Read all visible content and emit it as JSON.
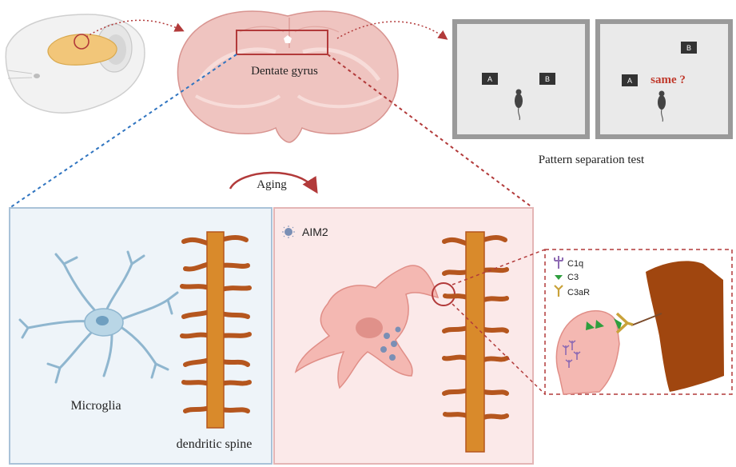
{
  "labels": {
    "dentate_gyrus": "Dentate gyrus",
    "pattern_separation": "Pattern separation test",
    "aging": "Aging",
    "microglia": "Microglia",
    "dendritic_spine": "dendritic spine",
    "aim2": "AIM2",
    "same_question": "same ?",
    "box_a": "A",
    "box_b": "B"
  },
  "legend": {
    "c1q": "C1q",
    "c3": "C3",
    "c3ar": "C3aR"
  },
  "colors": {
    "brain_highlight": "#f2c679",
    "coronal_section": "#efc4c0",
    "arrow_red": "#b23a3a",
    "dash_blue": "#2f74c0",
    "dash_red": "#b23a3a",
    "panel_young_fill": "#eef4f9",
    "panel_young_border": "#a9c2d8",
    "panel_aged_fill": "#fbe9e9",
    "panel_aged_border": "#e4b5b5",
    "microglia_resting": "#b9d6e6",
    "microglia_activated": "#f4b8b2",
    "dendrite": "#d98a2b",
    "spine": "#b5561e",
    "neuron_terminal": "#a0460f",
    "same_text": "#c0392b",
    "arena_fill": "#eaeaea",
    "arena_border": "#9a9a9a",
    "c1q": "#8e6bb3",
    "c3": "#2e9e3e",
    "c3ar": "#c9a23a"
  },
  "icons": [
    "mouse-head-icon",
    "brain-section-icon",
    "mouse-icon",
    "microglia-icon",
    "aim2-inflammasome-icon",
    "c1q-icon",
    "c3-icon",
    "c3ar-receptor-icon"
  ]
}
